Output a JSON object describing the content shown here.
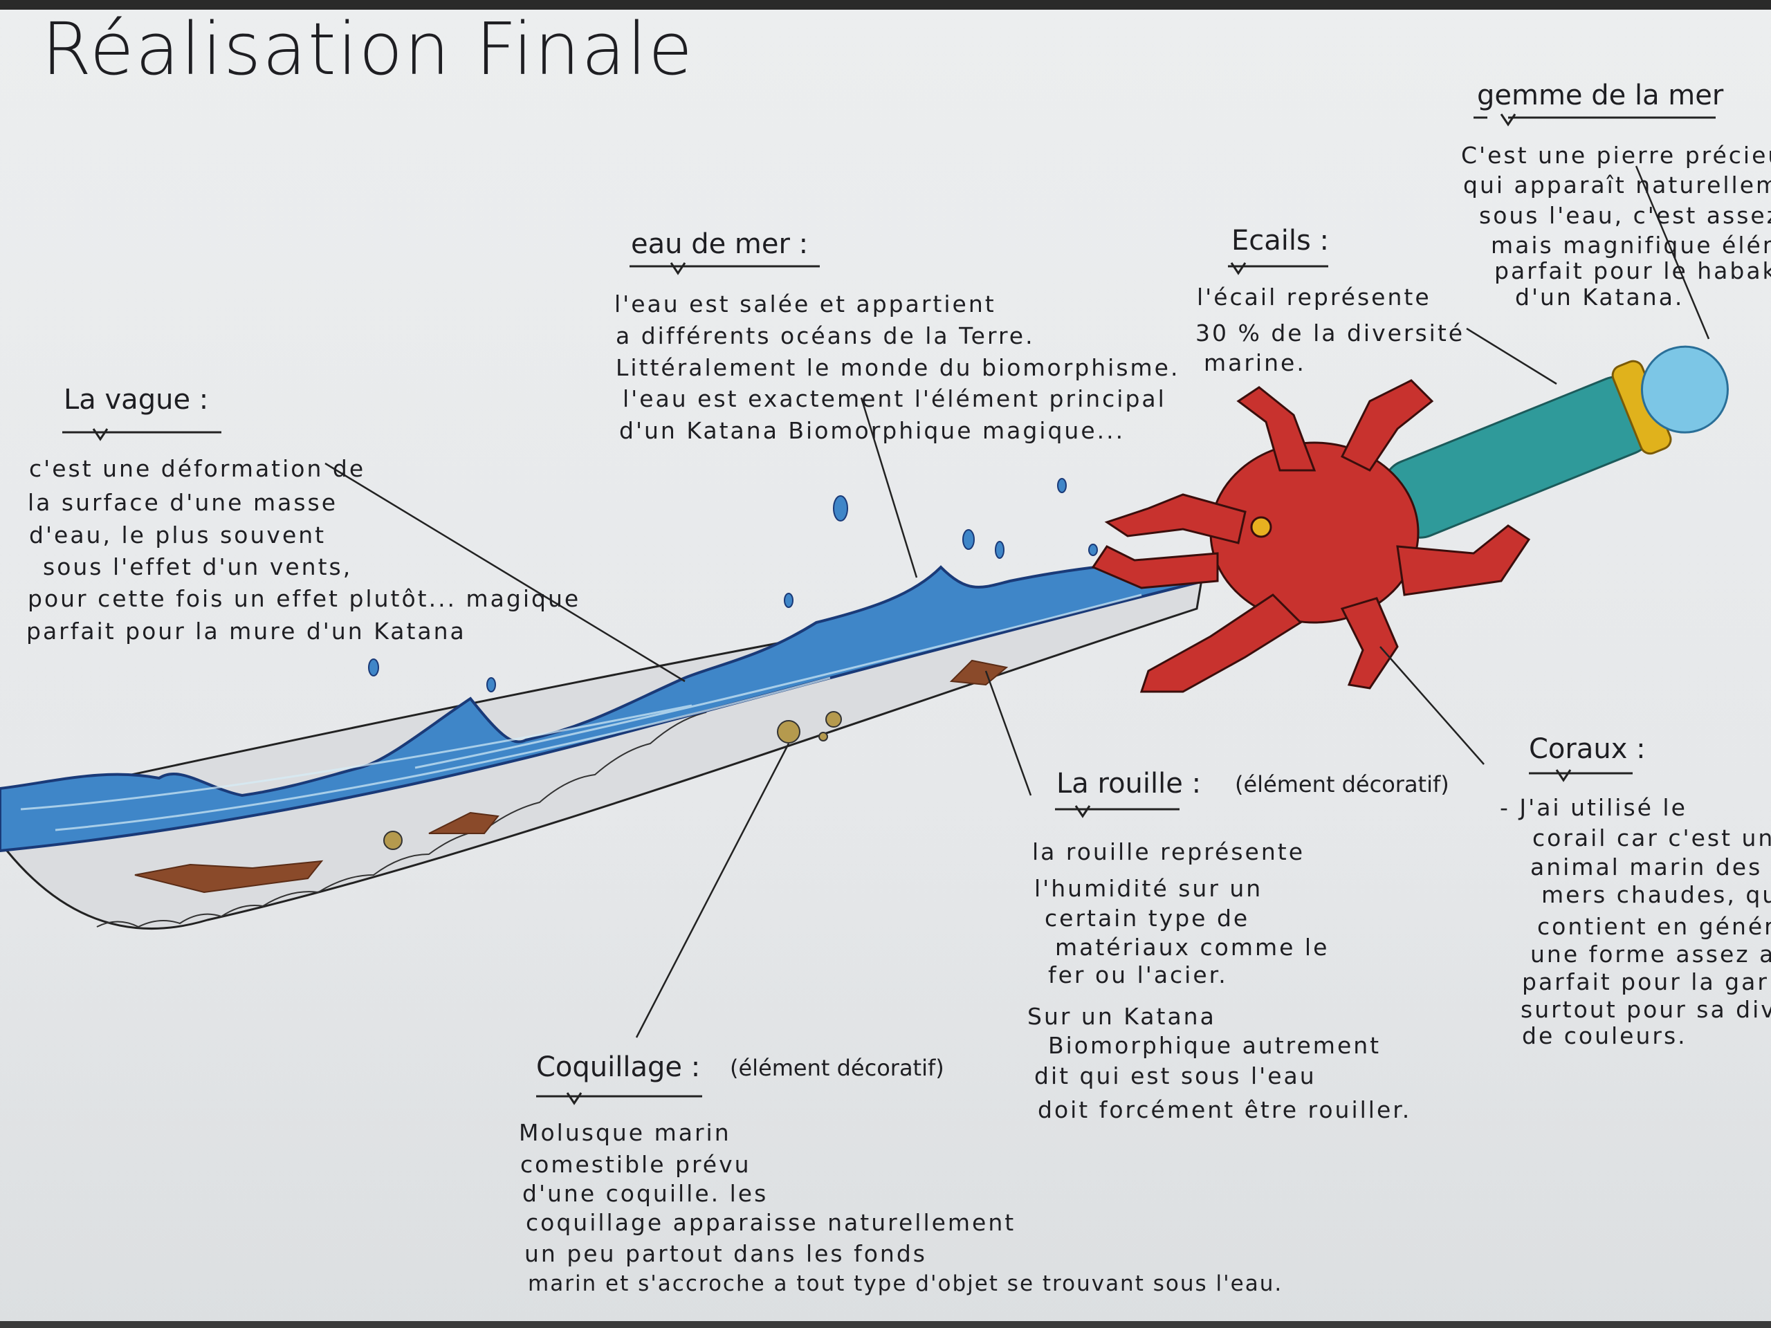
{
  "title": "Réalisation Finale",
  "annotations": {
    "gemme": {
      "label": "gemme de la mer",
      "lines": [
        "C'est une pierre précieuse",
        "qui apparaît       naturelleme",
        "sous l'eau, c'est assez ra",
        "mais magnifique élément",
        "parfait pour le  habaki",
        "d'un Katana."
      ]
    },
    "eau": {
      "label": "eau de mer :",
      "lines": [
        "l'eau est salée et appartient",
        "a différents océans de la Terre.",
        "Littéralement le monde du biomorphisme.",
        "l'eau est exactement l'élément principal",
        "d'un Katana Biomorphique magique..."
      ]
    },
    "ecails": {
      "label": "Ecails :",
      "lines": [
        "l'écail représente",
        "30 % de la diversité",
        "marine."
      ]
    },
    "vague": {
      "label": "La vague :",
      "lines": [
        "c'est une déformation de",
        "la surface d'une masse",
        "d'eau, le plus souvent",
        "sous l'effet d'un vents,",
        "pour cette fois un effet plutôt... magique",
        "parfait pour la mure d'un Katana"
      ]
    },
    "rouille": {
      "label": "La rouille :",
      "note": "(élément décoratif)",
      "lines": [
        "la rouille représente",
        "l'humidité sur un",
        "certain type de",
        "matériaux comme le",
        "fer ou l'acier.",
        "Sur un Katana",
        "Biomorphique autrement",
        "dit qui est sous l'eau",
        "doit forcément être rouiller."
      ]
    },
    "coraux": {
      "label": "Coraux :",
      "lines": [
        "- J'ai utilisé le",
        "corail car c'est un",
        "animal marin des",
        "mers chaudes, qui",
        "contient en général",
        "une forme assez alé",
        "parfait pour la gar",
        "surtout pour sa div",
        "de couleurs."
      ]
    },
    "coquillage": {
      "label": "Coquillage :",
      "note": "(élément décoratif)",
      "lines": [
        "Molusque marin",
        "comestible prévu",
        "d'une coquille. les",
        "coquillage apparaisse naturellement",
        "un peu partout dans les fonds",
        "marin et s'accroche a tout type d'objet se trouvant sous l'eau."
      ]
    }
  },
  "colors": {
    "water": "#3f86c8",
    "coral": "#c8322e",
    "handle": "#2f9a9a",
    "gem": "#7cc6e6",
    "collar": "#e0b21c",
    "rust": "#8a4a2a"
  }
}
